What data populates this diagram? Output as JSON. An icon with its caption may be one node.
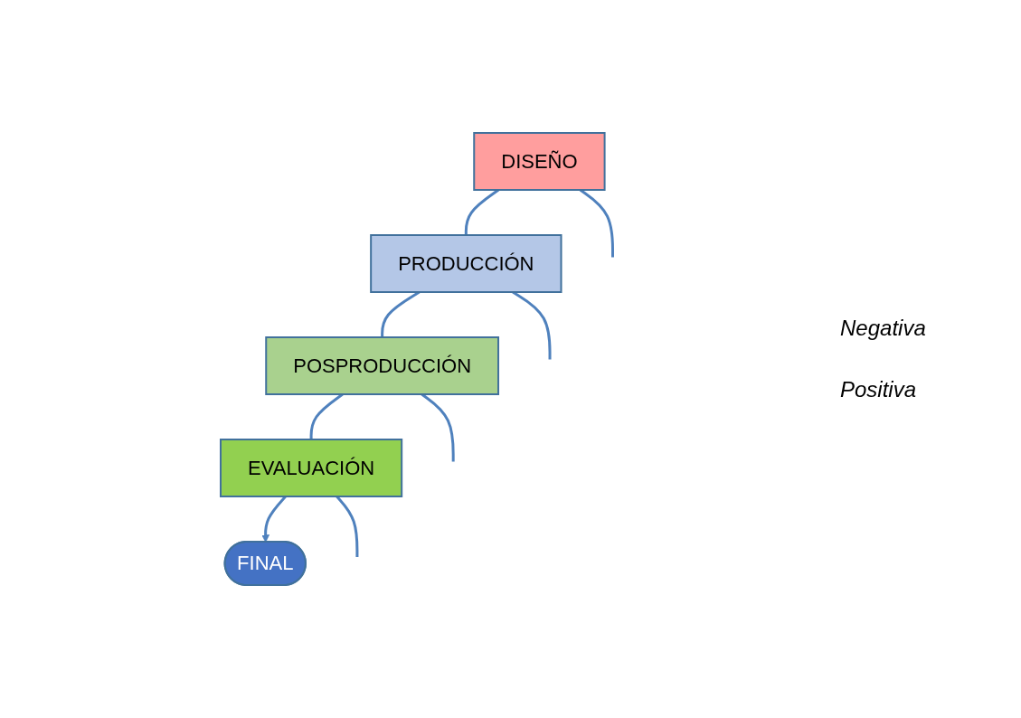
{
  "diagram": {
    "nodes": [
      {
        "text": [
          "DISEÑO"
        ]
      },
      {
        "text": [
          "PRODUCCIÓN"
        ]
      },
      {
        "text": [
          "POSPRODUCCIÓN"
        ]
      },
      {
        "text": [
          "EVALUACIÓN"
        ]
      },
      {
        "text": [
          "FINAL"
        ]
      }
    ],
    "edges": [
      {
        "from": 0,
        "to": 1,
        "arrow": "none"
      },
      {
        "from": 1,
        "to": 2,
        "arrow": "none"
      },
      {
        "from": 2,
        "to": 3,
        "arrow": "none"
      },
      {
        "from": 3,
        "to": 4,
        "arrow": "to"
      },
      {
        "from": 0,
        "to": null,
        "arrow": "none"
      },
      {
        "from": 1,
        "to": null,
        "arrow": "none"
      },
      {
        "from": 2,
        "to": null,
        "arrow": "none"
      },
      {
        "from": 3,
        "to": null,
        "arrow": "none"
      }
    ],
    "labels": [
      "Negativa",
      "Positiva"
    ]
  }
}
